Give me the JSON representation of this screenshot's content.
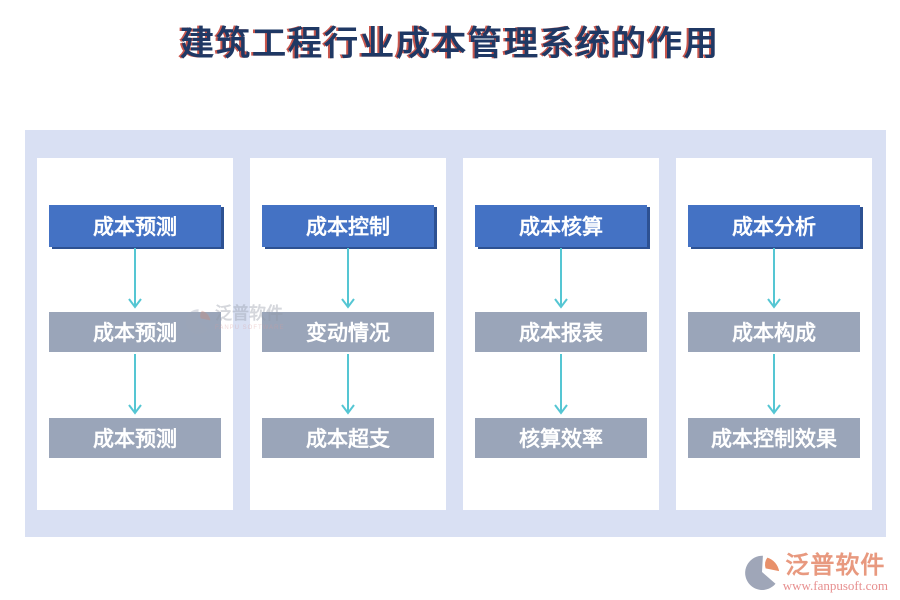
{
  "title": "建筑工程行业成本管理系统的作用",
  "columns": [
    {
      "header": "成本预测",
      "items": [
        "成本预测",
        "成本预测"
      ]
    },
    {
      "header": "成本控制",
      "items": [
        "变动情况",
        "成本超支"
      ]
    },
    {
      "header": "成本核算",
      "items": [
        "成本报表",
        "核算效率"
      ]
    },
    {
      "header": "成本分析",
      "items": [
        "成本构成",
        "成本控制效果"
      ]
    }
  ],
  "watermark": {
    "brand": "泛普软件",
    "brand_en": "FANPU SOFTWARE"
  },
  "footer_logo": {
    "brand": "泛普软件",
    "website": "www.fanpusoft.com"
  },
  "icons": {
    "down_arrow": "down-arrow-icon",
    "brand_logo": "fanpu-logo-icon"
  },
  "colors": {
    "title_text": "#1F3864",
    "title_shadow": "#C03A2E",
    "panel_bg": "#D9E0F3",
    "column_bg": "#FFFFFF",
    "header_box_bg": "#4472C4",
    "header_box_edge": "#2D5192",
    "item_box_bg": "#9AA5B9",
    "box_text": "#FFFFFF",
    "arrow": "#55C6D3",
    "logo_brand_text": "#E8997F",
    "logo_url_text": "#E78F8F"
  }
}
